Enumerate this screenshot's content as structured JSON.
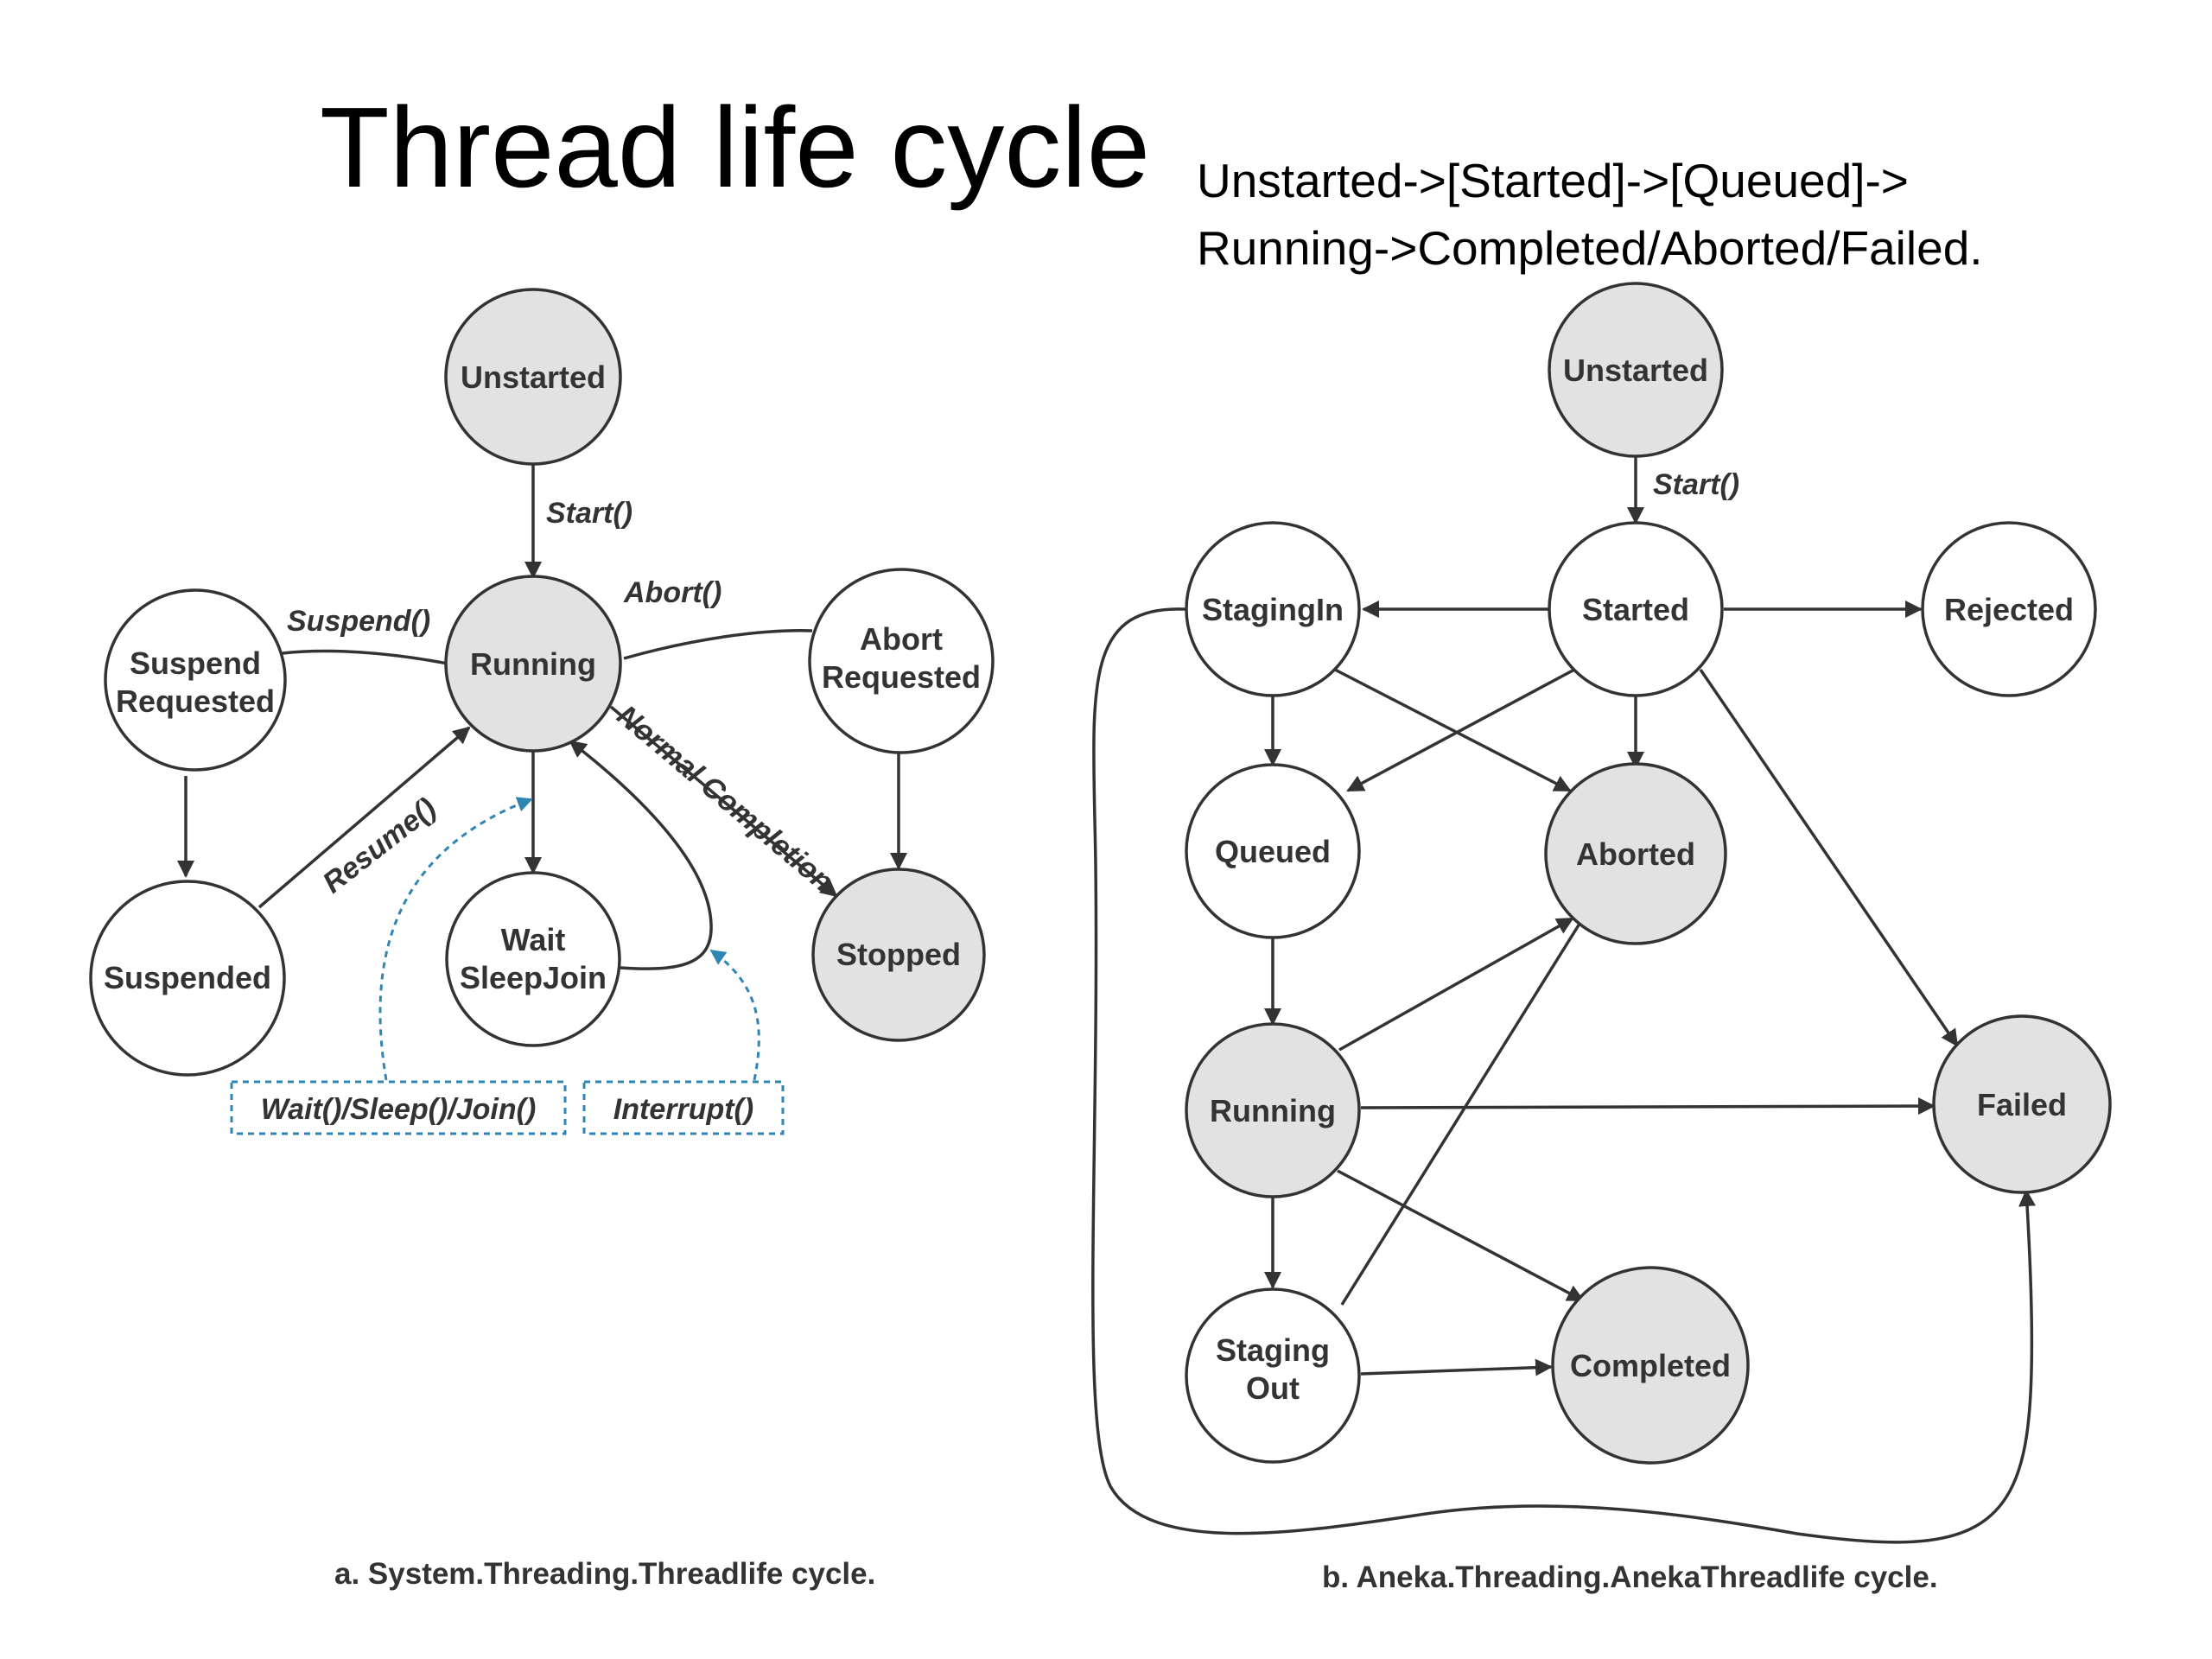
{
  "slide": {
    "title": "Thread life cycle",
    "subtitle_lines": [
      "Unstarted->[Started]->[Queued]->",
      "Running->Completed/Aborted/Failed."
    ]
  },
  "diagram_a": {
    "caption": "a. System.Threading.Threadlife cycle.",
    "nodes": {
      "unstarted": [
        "Unstarted"
      ],
      "running": [
        "Running"
      ],
      "suspend_requested": [
        "Suspend",
        "Requested"
      ],
      "abort_requested": [
        "Abort",
        "Requested"
      ],
      "suspended": [
        "Suspended"
      ],
      "wait_sleepjoin": [
        "Wait",
        "SleepJoin"
      ],
      "stopped": [
        "Stopped"
      ]
    },
    "edge_labels": {
      "start": "Start()",
      "suspend": "Suspend()",
      "abort": "Abort()",
      "resume": "Resume()",
      "normal_completion": "Normal Completion"
    },
    "boxes": {
      "wait_sleep_join": "Wait()/Sleep()/Join()",
      "interrupt": "Interrupt()"
    }
  },
  "diagram_b": {
    "caption": "b. Aneka.Threading.AnekaThreadlife cycle.",
    "nodes": {
      "unstarted": [
        "Unstarted"
      ],
      "started": [
        "Started"
      ],
      "staging_in": [
        "StagingIn"
      ],
      "rejected": [
        "Rejected"
      ],
      "queued": [
        "Queued"
      ],
      "aborted": [
        "Aborted"
      ],
      "running": [
        "Running"
      ],
      "failed": [
        "Failed"
      ],
      "staging_out": [
        "Staging",
        "Out"
      ],
      "completed": [
        "Completed"
      ]
    },
    "edge_labels": {
      "start": "Start()"
    }
  },
  "colors": {
    "shaded_node": "#e2e2e2",
    "plain_node": "#ffffff",
    "stroke": "#333333",
    "dashed_blue": "#2f86b5"
  }
}
